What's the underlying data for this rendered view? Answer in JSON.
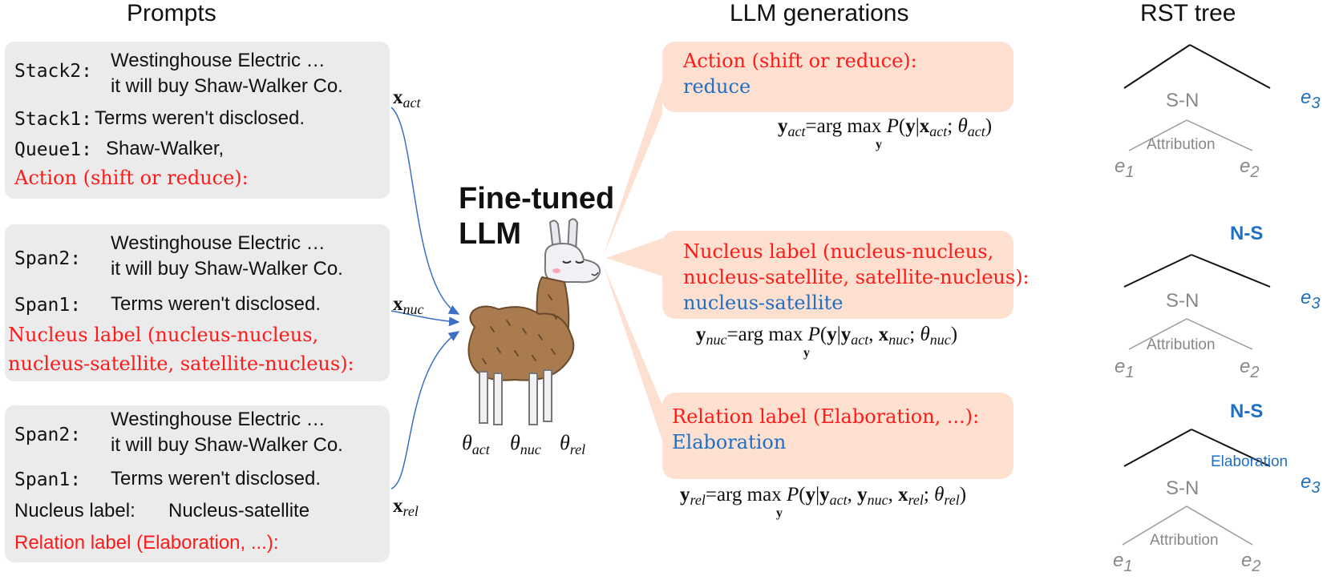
{
  "headers": {
    "prompts": "Prompts",
    "generations": "LLM generations",
    "tree": "RST tree"
  },
  "prompt_boxes": [
    {
      "lines": [
        {
          "key": "Stack2:",
          "value": "Westinghouse Electric …"
        },
        {
          "key": "",
          "value": "it will buy Shaw-Walker Co."
        },
        {
          "key": "Stack1:",
          "value": "Terms weren't disclosed."
        },
        {
          "key": "Queue1:",
          "value": "Shaw-Walker,"
        }
      ],
      "instruction": "Action (shift or reduce):"
    },
    {
      "lines": [
        {
          "key": "Span2:",
          "value": "Westinghouse Electric …"
        },
        {
          "key": "",
          "value": "it will buy Shaw-Walker Co."
        },
        {
          "key": "Span1:",
          "value": "Terms weren't disclosed."
        }
      ],
      "instruction_lines": [
        "Nucleus label (nucleus-nucleus,",
        "nucleus-satellite, satellite-nucleus):"
      ]
    },
    {
      "lines": [
        {
          "key": "Span2:",
          "value": "Westinghouse Electric …"
        },
        {
          "key": "",
          "value": "it will buy Shaw-Walker Co."
        },
        {
          "key": "Span1:",
          "value": "Terms weren't disclosed."
        },
        {
          "key": "Nucleus label:",
          "value": "Nucleus-satellite"
        }
      ],
      "instruction": "Relation label (Elaboration, ...):"
    }
  ],
  "inputs": {
    "x_act": {
      "base": "x",
      "sub": "act"
    },
    "x_nuc": {
      "base": "x",
      "sub": "nuc"
    },
    "x_rel": {
      "base": "x",
      "sub": "rel"
    }
  },
  "model": {
    "title_line1": "Fine-tuned",
    "title_line2": "LLM",
    "params": [
      {
        "base": "θ",
        "sub": "act"
      },
      {
        "base": "θ",
        "sub": "nuc"
      },
      {
        "base": "θ",
        "sub": "rel"
      }
    ]
  },
  "generations": [
    {
      "prompt_lines": [
        "Action (shift or reduce):"
      ],
      "output": "reduce",
      "formula": {
        "lhs_sub": "act",
        "body": "P(y|x",
        "cond_subs": [
          "act"
        ],
        "theta_sub": "act"
      }
    },
    {
      "prompt_lines": [
        "Nucleus label (nucleus-nucleus,",
        "nucleus-satellite, satellite-nucleus):"
      ],
      "output": "nucleus-satellite",
      "formula": {
        "lhs_sub": "nuc",
        "theta_sub": "nuc"
      }
    },
    {
      "prompt_lines": [
        "Relation label (Elaboration, ...):"
      ],
      "output": "Elaboration",
      "formula": {
        "lhs_sub": "rel",
        "theta_sub": "rel"
      }
    }
  ],
  "formula_text": {
    "eq": "=",
    "argmax": "arg max",
    "under": "y",
    "f1_args": "P(y|x",
    "f1_sep": ";",
    "f2_mid": "P(y|y",
    "f3_mid": "P(y|y"
  },
  "trees": [
    {
      "root": "",
      "inner": "S-N",
      "inner_rel": "Attribution",
      "leaves": [
        "e",
        "e",
        "e"
      ],
      "leaf_subs": [
        "1",
        "2",
        "3"
      ]
    },
    {
      "root": "N-S",
      "inner": "S-N",
      "inner_rel": "Attribution",
      "leaves": [
        "e",
        "e",
        "e"
      ],
      "leaf_subs": [
        "1",
        "2",
        "3"
      ]
    },
    {
      "root": "N-S",
      "root_rel": "Elaboration",
      "inner": "S-N",
      "inner_rel": "Attribution",
      "leaves": [
        "e",
        "e",
        "e"
      ],
      "leaf_subs": [
        "1",
        "2",
        "3"
      ]
    }
  ],
  "colors": {
    "prompt_bg": "#ebebeb",
    "gen_bg": "#fde0d0",
    "red": "#ff1a1a",
    "blue": "#1f6fc5",
    "grey": "#888888"
  }
}
